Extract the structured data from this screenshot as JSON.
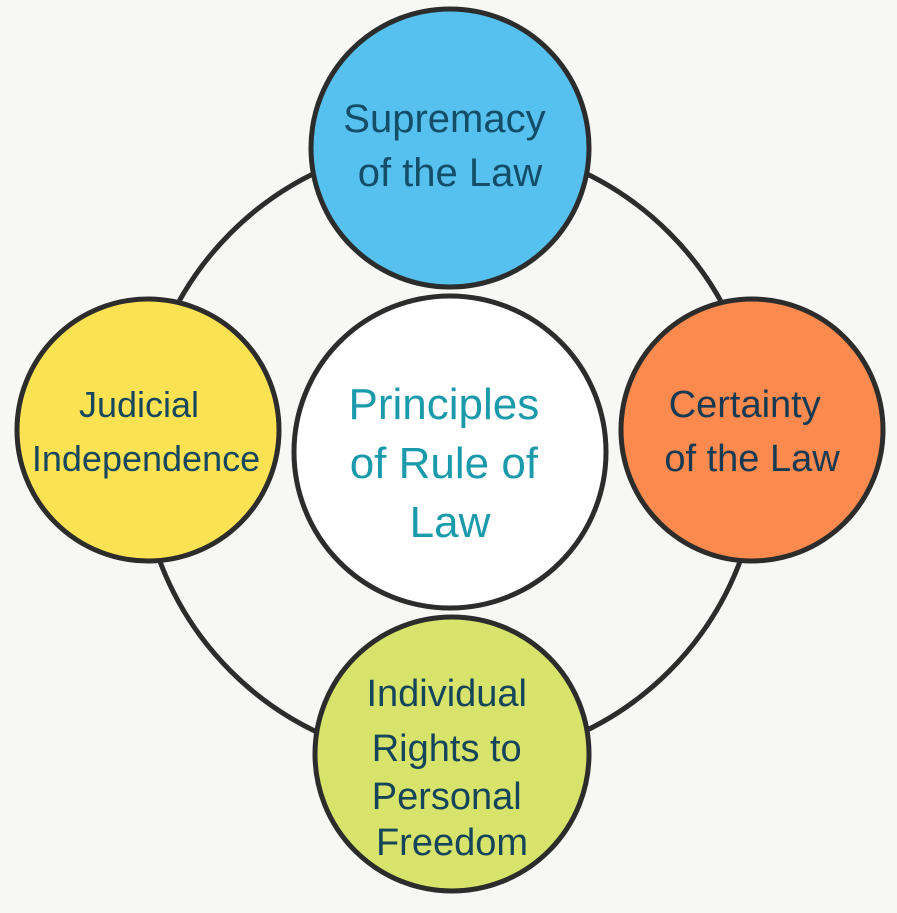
{
  "center": {
    "label_lines": [
      "Principles",
      "of Rule of",
      "Law"
    ],
    "fill": "#ffffff",
    "text_color": "#1a9aaa"
  },
  "nodes": [
    {
      "id": "supremacy",
      "label_lines": [
        "Supremacy",
        "of the Law"
      ],
      "fill": "#56c1ef",
      "text_color": "#144d68"
    },
    {
      "id": "certainty",
      "label_lines": [
        "Certainty",
        "of the Law"
      ],
      "fill": "#fb8a4f",
      "text_color": "#173a52"
    },
    {
      "id": "individual-rights",
      "label_lines": [
        "Individual",
        "Rights to",
        "Personal",
        "Freedom"
      ],
      "fill": "#d7e36a",
      "text_color": "#14455a"
    },
    {
      "id": "judicial-independence",
      "label_lines": [
        "Judicial",
        "Independence"
      ],
      "fill": "#fbe253",
      "text_color": "#16475c"
    }
  ],
  "colors": {
    "outline": "#2c2c2c",
    "ring": "#2c2c2c",
    "background": "#f7f7f5"
  }
}
